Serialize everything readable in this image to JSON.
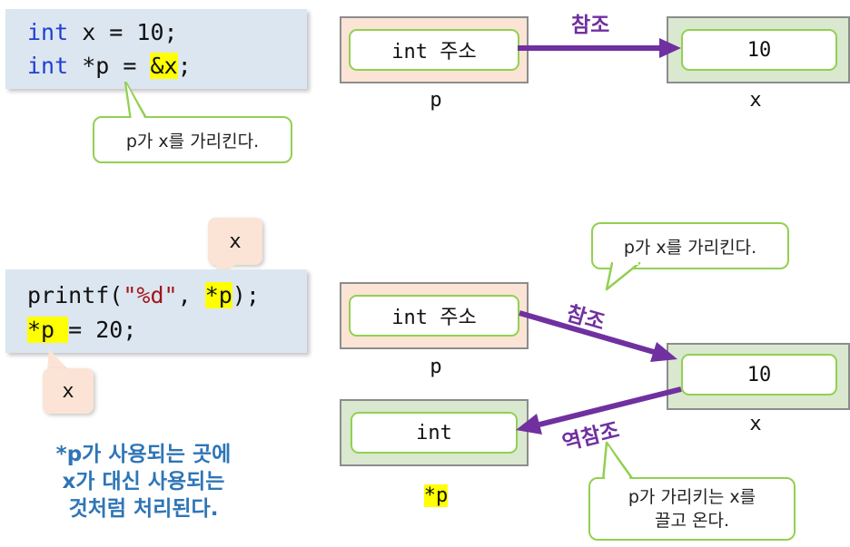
{
  "top_code": {
    "line1": {
      "type": "int",
      "rest": " x = 10;"
    },
    "line2": {
      "type": "int",
      "pre": " *p = ",
      "addr": "&x",
      "post": ";"
    }
  },
  "top_callout": "p가 x를 가리킨다.",
  "top_diagram": {
    "p_box": "int 주소",
    "x_box": "10",
    "ref_label": "참조",
    "p_label": "p",
    "x_label": "x"
  },
  "bottom_code": {
    "line1": {
      "pre": "printf(",
      "fmt": "\"%d\"",
      "mid": ", ",
      "deref": "*p",
      "post": ");"
    },
    "line2": {
      "deref": "*p ",
      "post": "= 20;"
    }
  },
  "bubble_top": "x",
  "bubble_bottom": "x",
  "note": {
    "line1": "*p가 사용되는 곳에",
    "line2": "x가 대신 사용되는",
    "line3": "것처럼 처리된다."
  },
  "bottom_diagram": {
    "callout": "p가 x를 가리킨다.",
    "p_box": "int 주소",
    "x_box": "10",
    "int_box": "int",
    "ref_label": "참조",
    "deref_label": "역참조",
    "p_label": "p",
    "x_label": "x",
    "starp_label": "*p",
    "callout2": {
      "line1": "p가 가리키는 x를",
      "line2": "끌고 온다."
    }
  },
  "colors": {
    "keyword": "#1f3fd2",
    "string": "#a31515",
    "highlight": "#ffff00",
    "arrow": "#7030a0",
    "note": "#2e75b6",
    "callout_border": "#92d050",
    "code_bg": "#dce6f1",
    "p_box_bg": "#fbe4d5",
    "x_box_bg": "#d9e8cf"
  }
}
